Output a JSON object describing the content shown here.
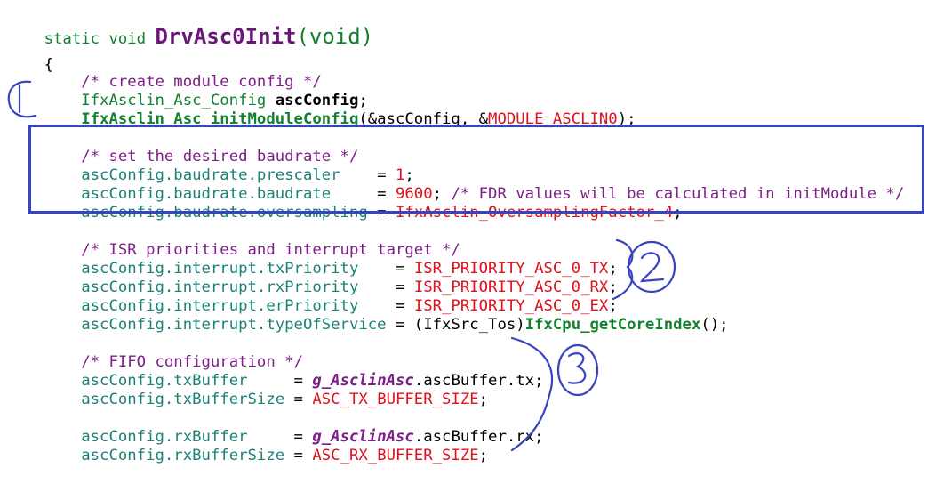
{
  "code": {
    "l1_a": "static void ",
    "l1_fn": "DrvAsc0Init",
    "l1_b": "(void)",
    "l2": "{",
    "l3": "    /* create module config */",
    "l4_type": "    IfxAsclin_Asc_Config ",
    "l4_var": "ascConfig",
    "l4_semi": ";",
    "l5_fn": "    IfxAsclin_Asc_initModuleConfig",
    "l5_a": "(&ascConfig, &",
    "l5_mod": "MODULE_ASCLIN0",
    "l5_b": ");",
    "l7": "    /* set the desired baudrate */",
    "l8_var": "    ascConfig.baudrate.prescaler",
    "l8_eq": "    = ",
    "l8_val": "1",
    "l8_semi": ";",
    "l9_var": "    ascConfig.baudrate.baudrate",
    "l9_eq": "     = ",
    "l9_val": "9600",
    "l9_semi": "; ",
    "l9_cmt": "/* FDR values will be calculated in initModule */",
    "l10_var": "    ascConfig.baudrate.oversampling",
    "l10_eq": " = ",
    "l10_val": "IfxAsclin_OversamplingFactor_4",
    "l10_semi": ";",
    "l12": "    /* ISR priorities and interrupt target */",
    "l13_var": "    ascConfig.interrupt.txPriority",
    "l13_eq": "    = ",
    "l13_val": "ISR_PRIORITY_ASC_0_TX",
    "l13_semi": ";",
    "l14_var": "    ascConfig.interrupt.rxPriority",
    "l14_eq": "    = ",
    "l14_val": "ISR_PRIORITY_ASC_0_RX",
    "l14_semi": ";",
    "l15_var": "    ascConfig.interrupt.erPriority",
    "l15_eq": "    = ",
    "l15_val": "ISR_PRIORITY_ASC_0_EX",
    "l15_semi": ";",
    "l16_var": "    ascConfig.interrupt.typeOfService",
    "l16_eq": " = (IfxSrc_Tos)",
    "l16_fn": "IfxCpu_getCoreIndex",
    "l16_end": "();",
    "l18": "    /* FIFO configuration */",
    "l19_var": "    ascConfig.txBuffer",
    "l19_eq": "     = ",
    "l19_glob": "g_AsclinAsc",
    "l19_rest": ".ascBuffer.tx;",
    "l20_var": "    ascConfig.txBufferSize",
    "l20_eq": " = ",
    "l20_val": "ASC_TX_BUFFER_SIZE",
    "l20_semi": ";",
    "l22_var": "    ascConfig.rxBuffer",
    "l22_eq": "     = ",
    "l22_glob": "g_AsclinAsc",
    "l22_rest": ".ascBuffer.rx;",
    "l23_var": "    ascConfig.rxBufferSize",
    "l23_eq": " = ",
    "l23_val": "ASC_RX_BUFFER_SIZE",
    "l23_semi": ";"
  },
  "annotations": {
    "one": "1",
    "two": "2",
    "three": "3",
    "ink_color": "#3643c2"
  }
}
